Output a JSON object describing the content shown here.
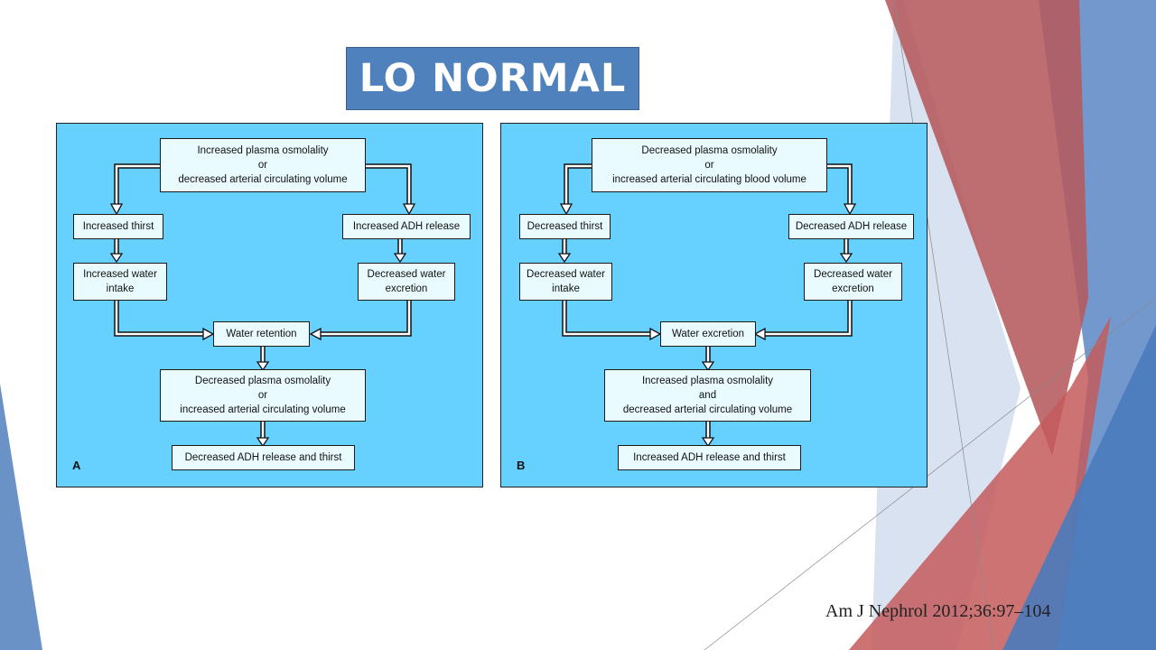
{
  "slide": {
    "title": "LO NORMAL",
    "citation": "Am J Nephrol 2012;36:97–104"
  },
  "colors": {
    "title_bg": "#4f81bd",
    "panel_bg": "#66d1ff",
    "box_bg": "#e9fbff",
    "decor_blue": "#4f81bd",
    "decor_red": "#c0504d"
  },
  "panel_a": {
    "letter": "A",
    "top": [
      "Increased plasma osmolality",
      "or",
      "decreased arterial circulating volume"
    ],
    "left1": "Increased thirst",
    "right1": "Increased ADH release",
    "left2": [
      "Increased water",
      "intake"
    ],
    "right2": [
      "Decreased water",
      "excretion"
    ],
    "center": "Water retention",
    "result": [
      "Decreased plasma osmolality",
      "or",
      "increased arterial circulating volume"
    ],
    "final": "Decreased ADH release and thirst"
  },
  "panel_b": {
    "letter": "B",
    "top": [
      "Decreased plasma osmolality",
      "or",
      "increased arterial circulating blood volume"
    ],
    "left1": "Decreased thirst",
    "right1": "Decreased ADH release",
    "left2": [
      "Decreased water",
      "intake"
    ],
    "right2": [
      "Decreased water",
      "excretion"
    ],
    "center": "Water excretion",
    "result": [
      "Increased plasma osmolality",
      "and",
      "decreased arterial circulating volume"
    ],
    "final": "Increased ADH release and thirst"
  }
}
